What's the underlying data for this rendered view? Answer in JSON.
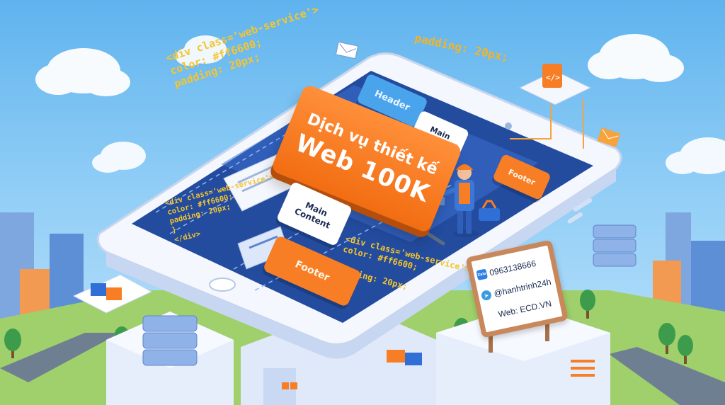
{
  "code_snippets": {
    "left": "<div class='web-service'>\ncolor: #ff6600;\npadding: 20px;",
    "top": "padding: 20px;",
    "screen_left": "<div class='web-service'>\ncolor: #ff6600;\npadding: 20px;\n}\n</div>",
    "screen_bottom": "<div class='web-service'>\ncolor: #ff6600;\n\npadding: 20px;"
  },
  "layout_blocks": {
    "header": "Header",
    "main_content_top": "Main\nContent",
    "main_content_mid": "Main\nContent",
    "footer_right": "Footer",
    "footer_bottom": "Footer"
  },
  "banner": {
    "line1": "Dịch vụ thiết kế",
    "line2": "Web 100K"
  },
  "contact": {
    "zalo_icon": "Zalo",
    "telegram_icon": "➤",
    "phone": "0963138666",
    "telegram": "@hanhtrinh24h",
    "web": "Web: ECD.VN"
  },
  "colors": {
    "sky": "#6cbcf0",
    "brand_orange": "#f77e24",
    "device_frame": "#f4f7fd",
    "screen_blue": "#234b9e",
    "code_yellow": "#f5c52f"
  }
}
